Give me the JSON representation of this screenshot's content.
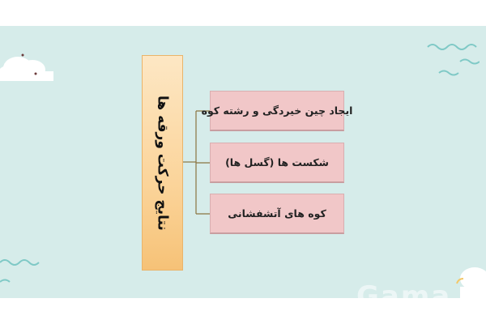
{
  "diagram": {
    "root_label": "نتایج حرکت ورقه ها",
    "items": [
      {
        "label": "ایجاد چین خیردگی و رشته کوه"
      },
      {
        "label": "شکست ها (گسل ها)"
      },
      {
        "label": "کوه های آتشفشانی"
      }
    ]
  },
  "watermark": {
    "text": "Gama"
  },
  "colors": {
    "background": "#d6ecea",
    "root_box": "#fbd49a",
    "item_box": "#f1c7c8",
    "connector": "#8a7440"
  }
}
